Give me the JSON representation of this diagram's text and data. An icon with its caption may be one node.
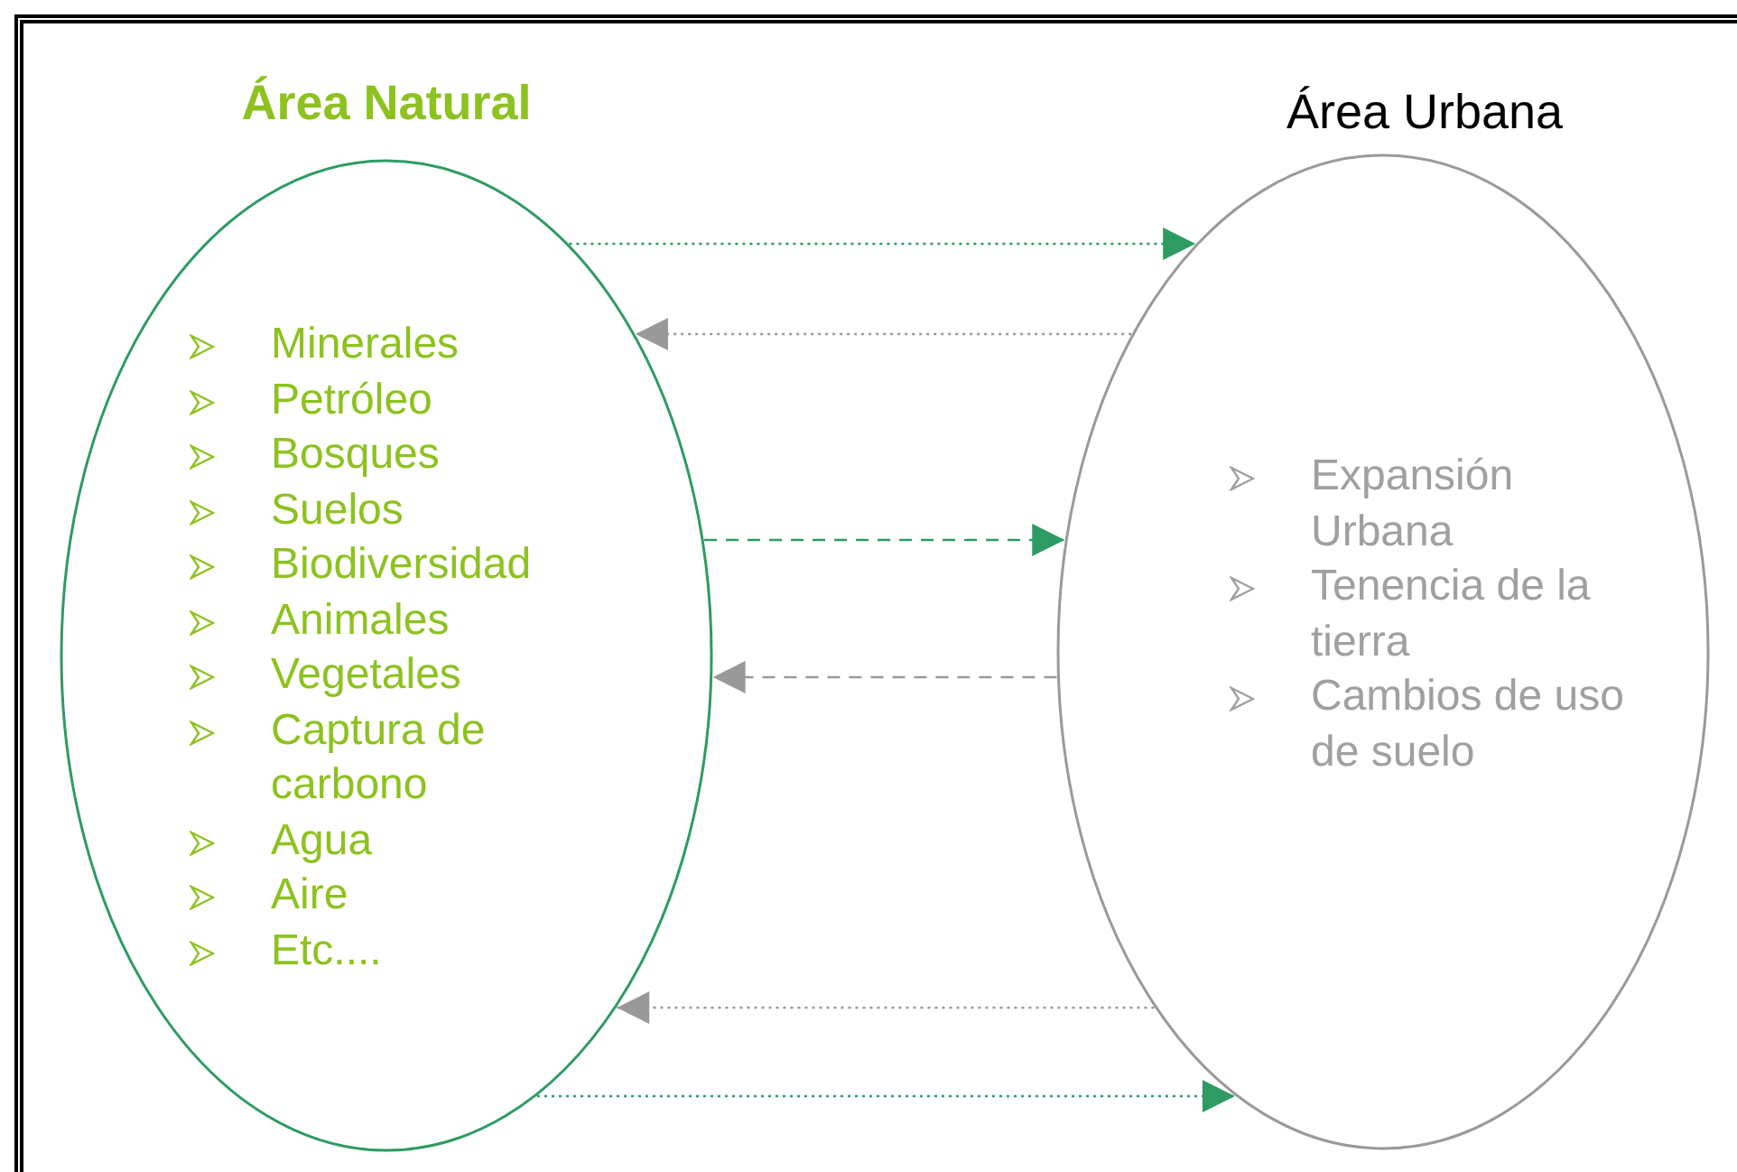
{
  "diagram": {
    "nodes": [
      {
        "text": [
          "Área Natural",
          "Minerales",
          "Petróleo",
          "Bosques",
          "Suelos",
          "Biodiversidad",
          "Animales",
          "Vegetales",
          "Captura de carbono",
          "Agua",
          "Aire",
          "Etc...."
        ]
      },
      {
        "text": [
          "Área Urbana",
          "Expansión Urbana",
          "Tenencia de la tierra",
          "Cambios de uso de suelo"
        ]
      }
    ],
    "edges": [
      {
        "from": 0,
        "to": 1,
        "arrow": "to",
        "color": "#2e9b63"
      },
      {
        "from": 1,
        "to": 0,
        "arrow": "to",
        "color": "#999999"
      },
      {
        "from": 0,
        "to": 1,
        "arrow": "to",
        "style": "dashed",
        "color": "#2e9b63"
      },
      {
        "from": 1,
        "to": 0,
        "arrow": "to",
        "style": "dashed",
        "color": "#999999"
      },
      {
        "from": 1,
        "to": 0,
        "arrow": "to",
        "color": "#999999"
      },
      {
        "from": 0,
        "to": 1,
        "arrow": "to",
        "color": "#2e9b63"
      }
    ]
  }
}
